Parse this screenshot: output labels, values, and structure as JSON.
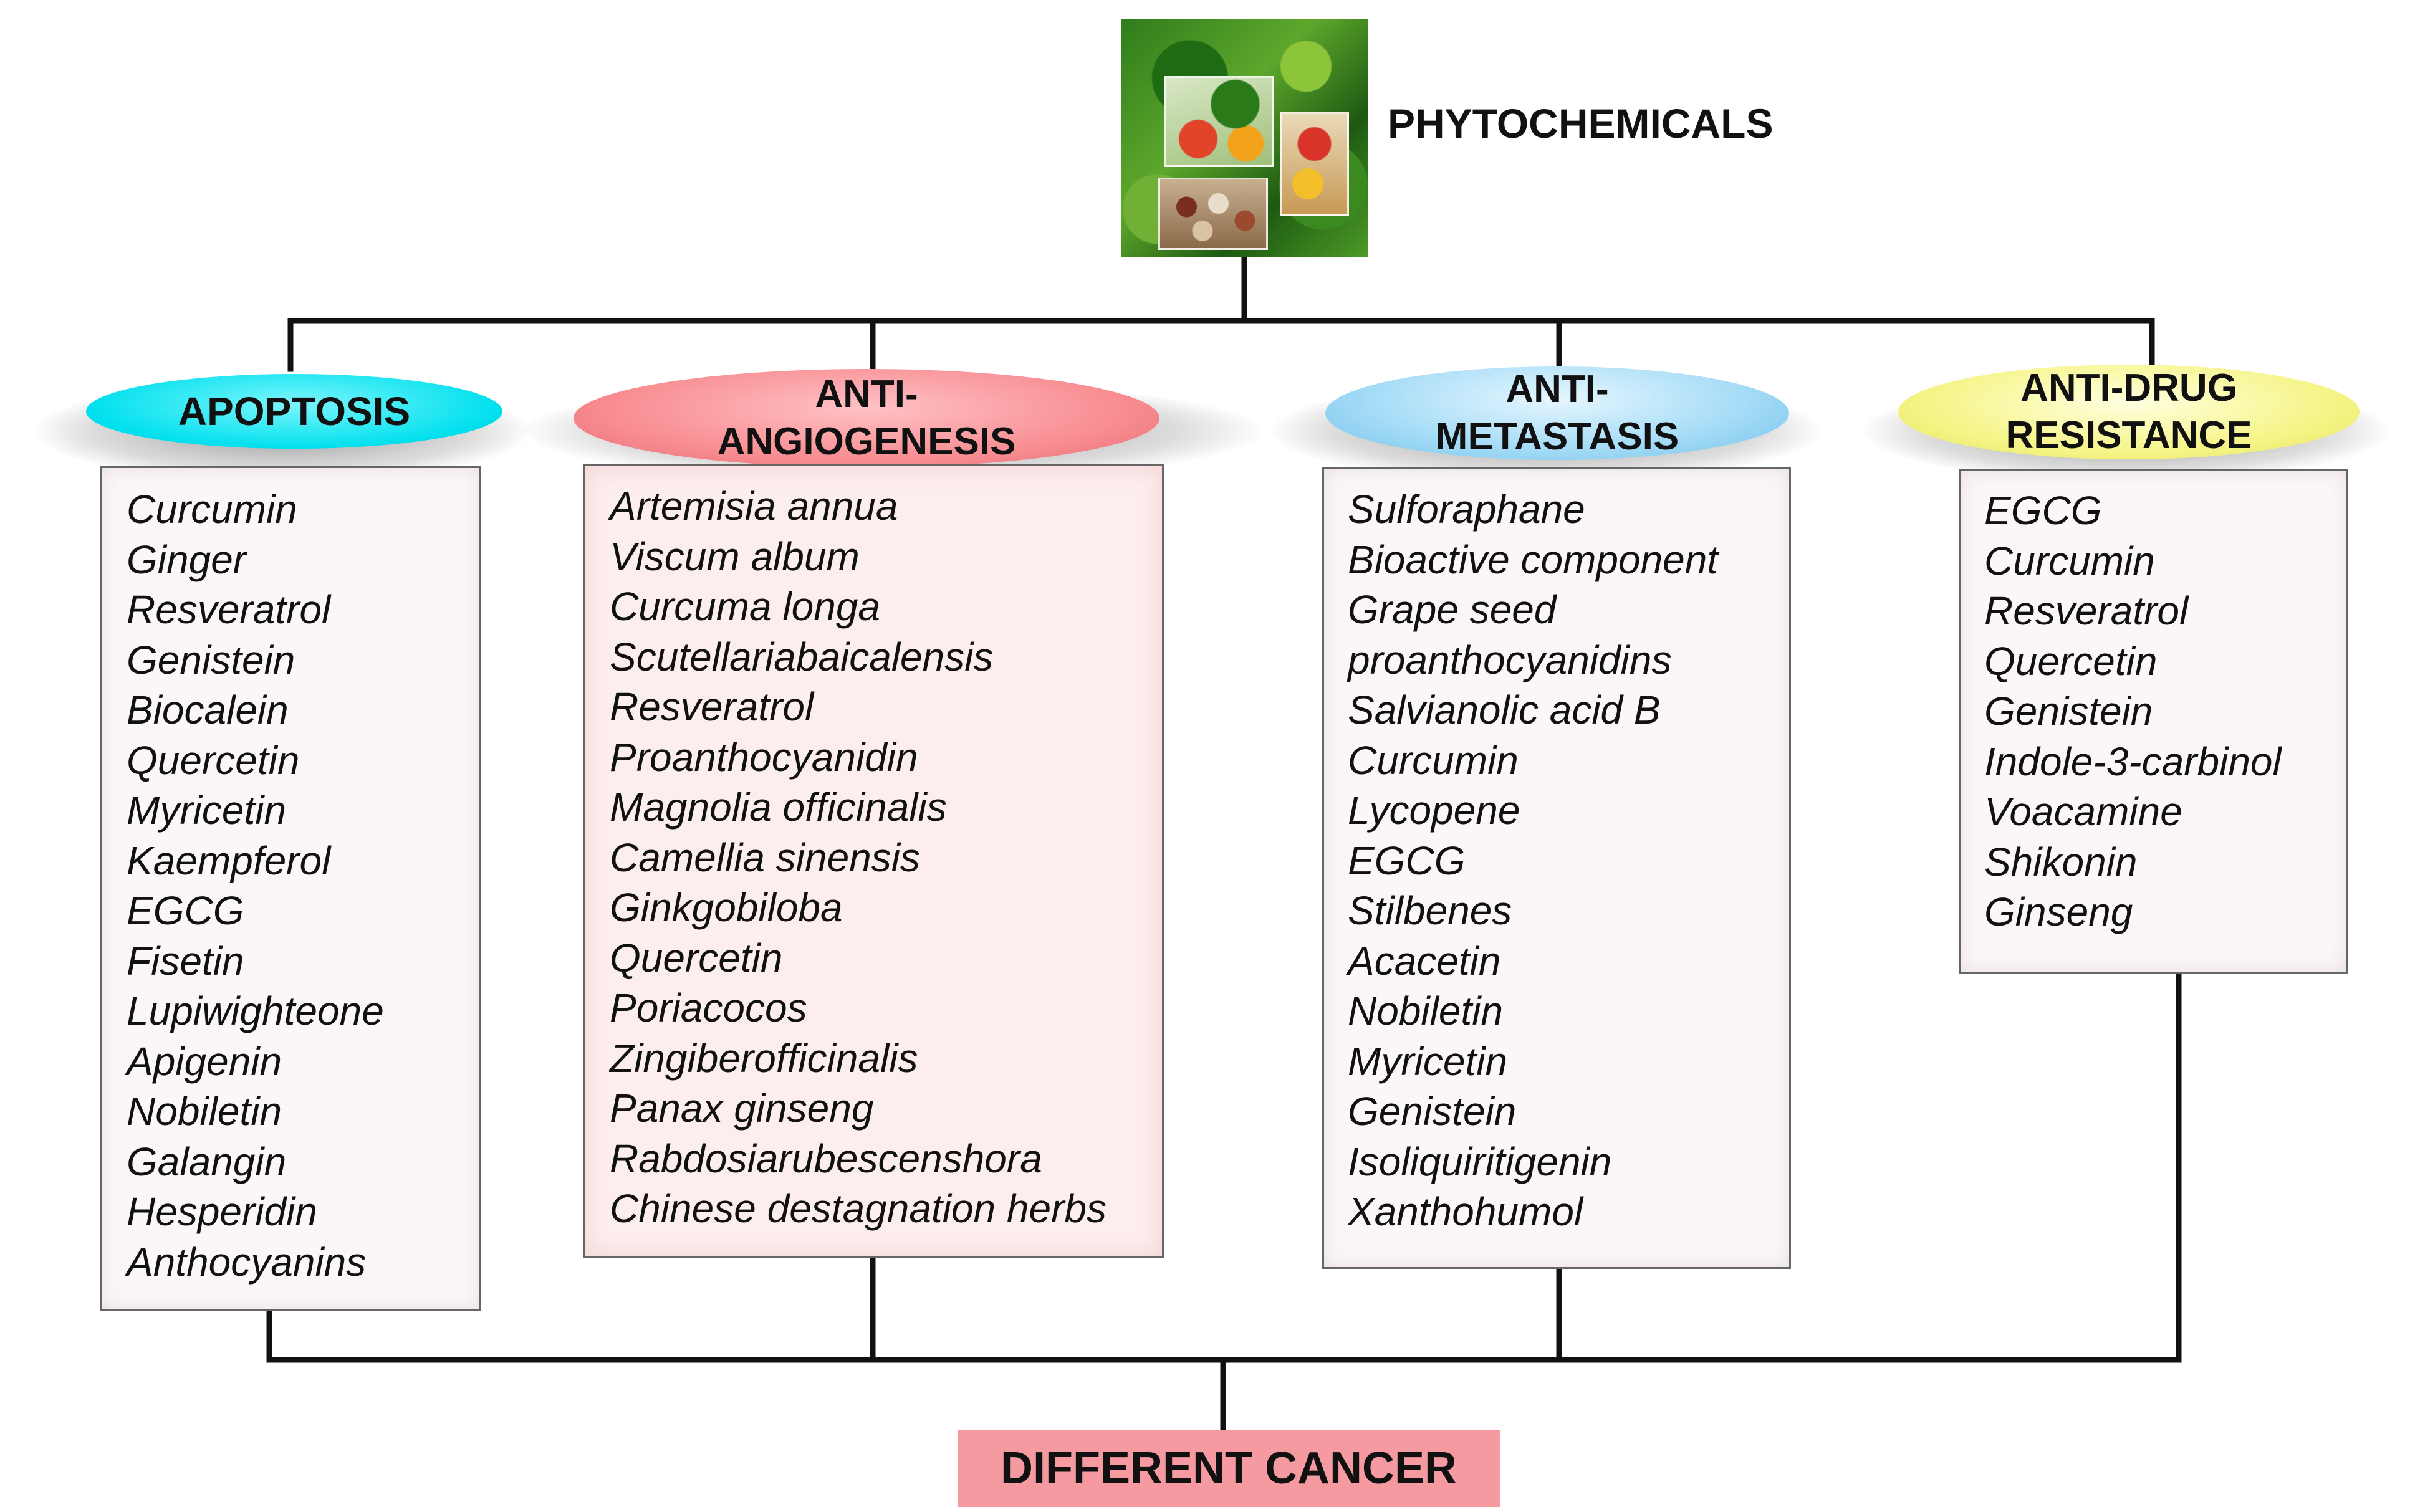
{
  "top": {
    "title": "PHYTOCHEMICALS",
    "image_alt": "fruits, vegetables and beans collage"
  },
  "categories": [
    {
      "id": "apoptosis",
      "header_lines": [
        "APOPTOSIS"
      ],
      "color": "#00e5f0",
      "items": [
        "Curcumin",
        "Ginger",
        "Resveratrol",
        "Genistein",
        "Biocalein",
        "Quercetin",
        "Myricetin",
        "Kaempferol",
        "EGCG",
        "Fisetin",
        "Lupiwighteone",
        "Apigenin",
        "Nobiletin",
        "Galangin",
        "Hesperidin",
        "Anthocyanins"
      ]
    },
    {
      "id": "anti-angiogenesis",
      "header_lines": [
        "ANTI-",
        "ANGIOGENESIS"
      ],
      "color": "#f78a8f",
      "items": [
        "Artemisia annua",
        "Viscum album",
        "Curcuma longa",
        "Scutellariabaicalensis",
        "Resveratrol",
        "Proanthocyanidin",
        "Magnolia officinalis",
        "Camellia sinensis",
        "Ginkgobiloba",
        "Quercetin",
        "Poriacocos",
        "Zingiberofficinalis",
        "Panax ginseng",
        "Rabdosiarubescenshora",
        "Chinese destagnation herbs"
      ]
    },
    {
      "id": "anti-metastasis",
      "header_lines": [
        "ANTI-",
        "METASTASIS"
      ],
      "color": "#8fd3f5",
      "items": [
        "Sulforaphane",
        "Bioactive component",
        "Grape seed",
        "proanthocyanidins",
        "Salvianolic acid B",
        "Curcumin",
        "Lycopene",
        "EGCG",
        "Stilbenes",
        "Acacetin",
        "Nobiletin",
        "Myricetin",
        "Genistein",
        "Isoliquiritigenin",
        "Xanthohumol"
      ]
    },
    {
      "id": "anti-drug-resistance",
      "header_lines": [
        "ANTI-DRUG",
        "RESISTANCE"
      ],
      "color": "#f6f58a",
      "items": [
        "EGCG",
        "Curcumin",
        "Resveratrol",
        "Quercetin",
        "Genistein",
        "Indole-3-carbinol",
        "Voacamine",
        "Shikonin",
        "Ginseng"
      ]
    }
  ],
  "bottom": {
    "label": "DIFFERENT CANCER",
    "color": "#f59aa0"
  }
}
